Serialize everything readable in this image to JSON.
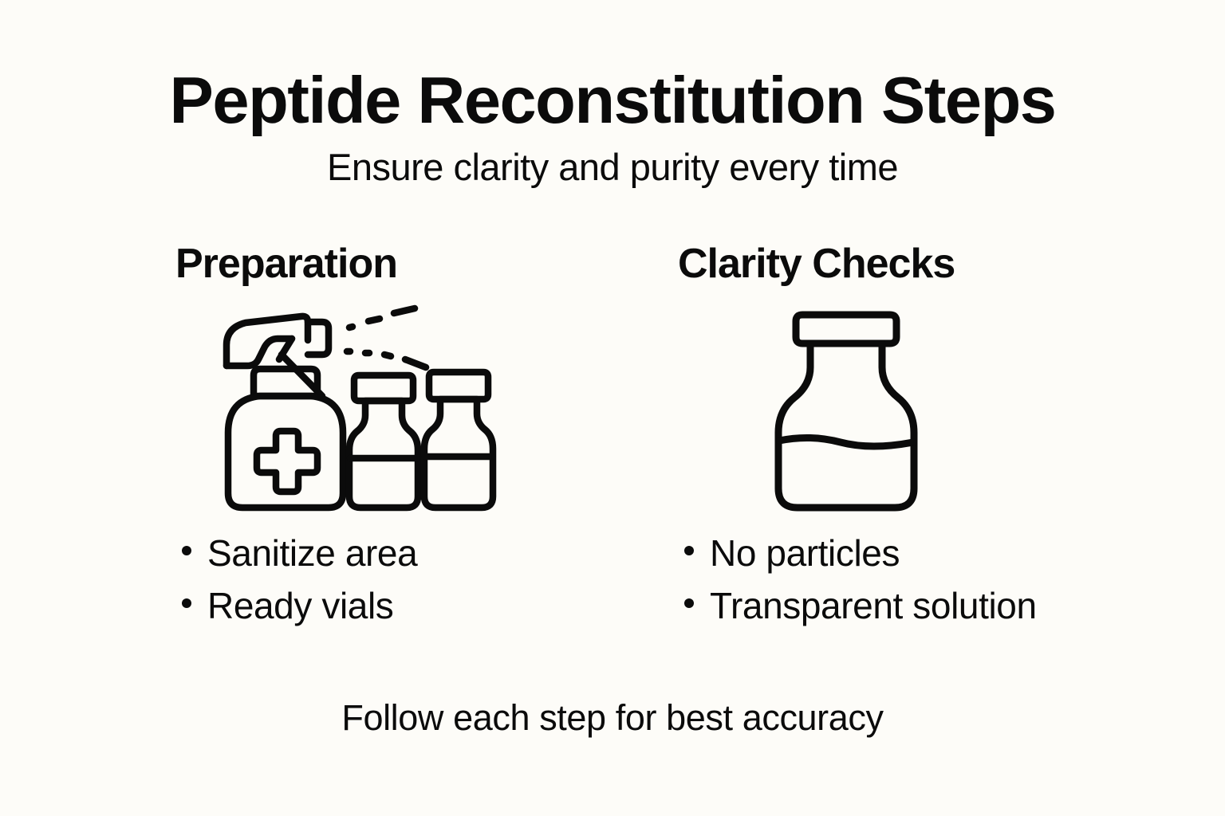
{
  "page": {
    "title": "Peptide Reconstitution Steps",
    "subtitle": "Ensure clarity and purity every time",
    "footer": "Follow each step for best accuracy",
    "background_color": "#FDFCF8",
    "ink_color": "#0B0B0B"
  },
  "columns": [
    {
      "heading": "Preparation",
      "icons": [
        "spray-bottle-icon",
        "spray-mist-icon",
        "vial-pair-icon"
      ],
      "bullets": [
        "Sanitize area",
        "Ready vials"
      ]
    },
    {
      "heading": "Clarity Checks",
      "icons": [
        "liquid-vial-icon"
      ],
      "bullets": [
        "No particles",
        "Transparent solution"
      ]
    }
  ]
}
